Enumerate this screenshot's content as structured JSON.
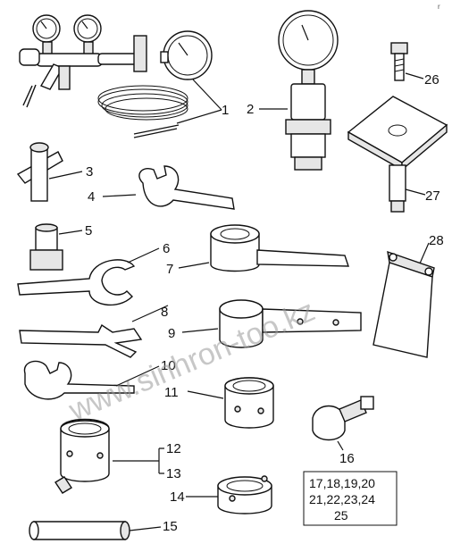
{
  "corner_mark": "r",
  "watermark": "www.sinhron-too.kz",
  "callouts": {
    "c1": "1",
    "c2": "2",
    "c3": "3",
    "c4": "4",
    "c5": "5",
    "c6": "6",
    "c7": "7",
    "c8": "8",
    "c9": "9",
    "c10": "10",
    "c11": "11",
    "c12": "12",
    "c13": "13",
    "c14": "14",
    "c15": "15",
    "c16": "16",
    "c26": "26",
    "c27": "27",
    "c28": "28"
  },
  "parts_box": {
    "line1": "17,18,19,20",
    "line2": "21,22,23,24",
    "line3": "25"
  }
}
